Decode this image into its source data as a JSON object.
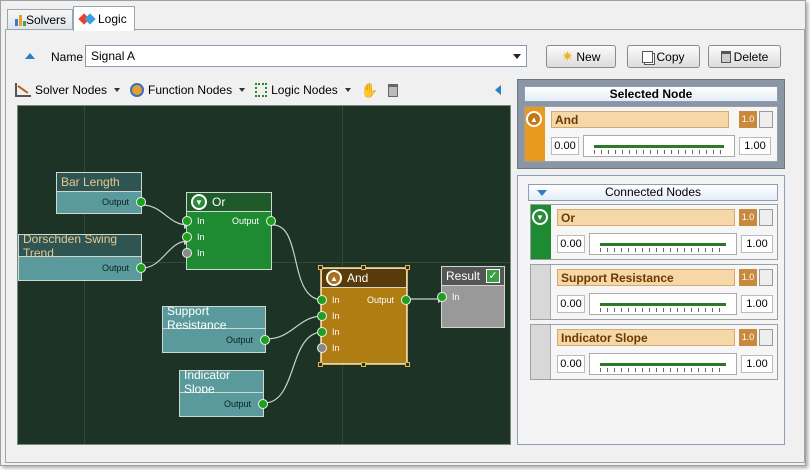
{
  "tabs": [
    {
      "label": "Solvers",
      "active": false
    },
    {
      "label": "Logic",
      "active": true
    }
  ],
  "name_label": "Name",
  "name_value": "Signal A",
  "buttons": {
    "new": "New",
    "copy": "Copy",
    "delete": "Delete"
  },
  "toolbar": {
    "solver_nodes": "Solver Nodes",
    "function_nodes": "Function Nodes",
    "logic_nodes": "Logic Nodes"
  },
  "canvas": {
    "bar_length": {
      "title": "Bar Length",
      "output": "Output"
    },
    "swing_trend": {
      "title": "Dorschden Swing Trend",
      "output": "Output"
    },
    "support_resistance": {
      "title": "Support Resistance",
      "output": "Output"
    },
    "indicator_slope": {
      "title": "Indicator Slope",
      "output": "Output"
    },
    "or_node": {
      "title": "Or",
      "in1": "In",
      "in2": "In",
      "in3": "In",
      "output": "Output"
    },
    "and_node": {
      "title": "And",
      "in1": "In",
      "in2": "In",
      "in3": "In",
      "in4": "In",
      "output": "Output"
    },
    "result_node": {
      "title": "Result",
      "in": "In"
    }
  },
  "selected_node": {
    "title": "Selected Node",
    "name": "And",
    "weight": "1.0",
    "min": "0.00",
    "max": "1.00"
  },
  "connected_nodes": {
    "title": "Connected Nodes",
    "items": [
      {
        "name": "Or",
        "weight": "1.0",
        "min": "0.00",
        "max": "1.00"
      },
      {
        "name": "Support Resistance",
        "weight": "1.0",
        "min": "0.00",
        "max": "1.00"
      },
      {
        "name": "Indicator Slope",
        "weight": "1.0",
        "min": "0.00",
        "max": "1.00"
      }
    ]
  }
}
